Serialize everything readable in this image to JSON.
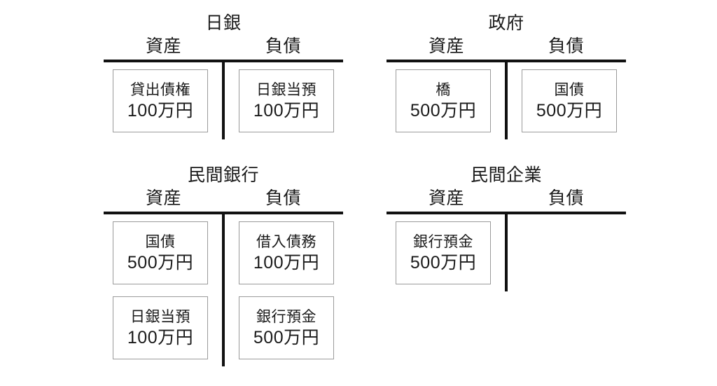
{
  "diagram": {
    "column_headers": {
      "assets": "資産",
      "liabilities": "負債"
    },
    "accounts": [
      {
        "id": "boj",
        "title": "日銀",
        "assets": [
          {
            "label": "貸出債権",
            "amount": "100万円"
          }
        ],
        "liabilities": [
          {
            "label": "日銀当預",
            "amount": "100万円"
          }
        ]
      },
      {
        "id": "government",
        "title": "政府",
        "assets": [
          {
            "label": "橋",
            "amount": "500万円"
          }
        ],
        "liabilities": [
          {
            "label": "国債",
            "amount": "500万円"
          }
        ]
      },
      {
        "id": "private-bank",
        "title": "民間銀行",
        "assets": [
          {
            "label": "国債",
            "amount": "500万円"
          },
          {
            "label": "日銀当預",
            "amount": "100万円"
          }
        ],
        "liabilities": [
          {
            "label": "借入債務",
            "amount": "100万円"
          },
          {
            "label": "銀行預金",
            "amount": "500万円"
          }
        ]
      },
      {
        "id": "private-company",
        "title": "民間企業",
        "assets": [
          {
            "label": "銀行預金",
            "amount": "500万円"
          }
        ],
        "liabilities": []
      }
    ],
    "colors": {
      "background": "#ffffff",
      "rule": "#111111",
      "entry_border": "#9a9a9a",
      "text": "#1a1a1a"
    }
  }
}
